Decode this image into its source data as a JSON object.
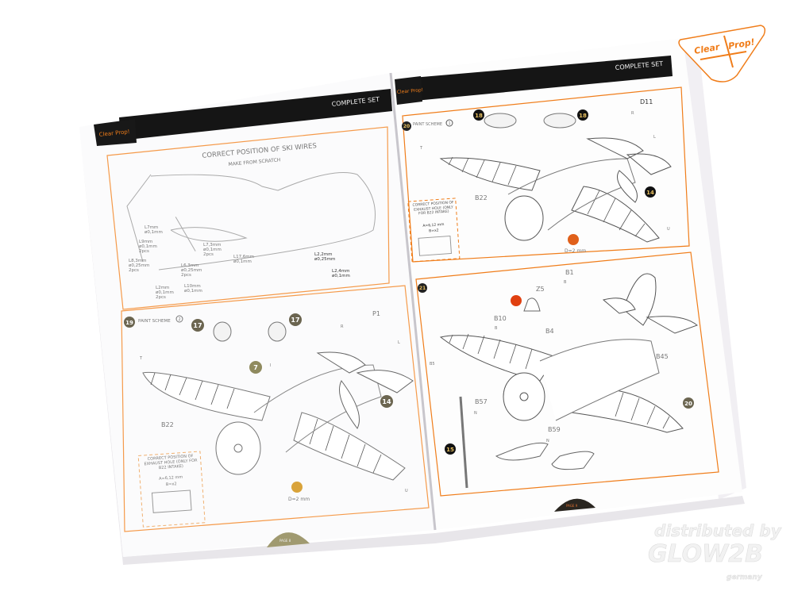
{
  "brand": {
    "logo_text": "Clear Prop!",
    "accent": "#f07d1a"
  },
  "watermark": {
    "line1": "distributed by",
    "line2": "GLOW2B",
    "line3": "germany"
  },
  "left_page": {
    "header": "COMPLETE SET",
    "page_label": "PAGE 8",
    "ski_wires": {
      "title": "CORRECT POSITION OF SKI WIRES",
      "subtitle": "MAKE FROM SCRATCH",
      "labels": [
        {
          "l": "L7mm",
          "d": "ø0,1mm",
          "q": ""
        },
        {
          "l": "L9mm",
          "d": "ø0,1mm",
          "q": "2pcs"
        },
        {
          "l": "L8,3mm",
          "d": "ø0,25mm",
          "q": "2pcs"
        },
        {
          "l": "L7,3mm",
          "d": "ø0,1mm",
          "q": "2pcs"
        },
        {
          "l": "L6,3mm",
          "d": "ø0,25mm",
          "q": "2pcs"
        },
        {
          "l": "L17,6mm",
          "d": "ø0,1mm",
          "q": ""
        },
        {
          "l": "L2mm",
          "d": "ø0,1mm",
          "q": "2pcs"
        },
        {
          "l": "L10mm",
          "d": "ø0,1mm",
          "q": ""
        },
        {
          "l": "L2,2mm",
          "d": "ø0,25mm",
          "q": ""
        },
        {
          "l": "L2,4mm",
          "d": "ø0,1mm",
          "q": ""
        }
      ]
    },
    "step": {
      "number": "19",
      "scheme": "PAINT SCHEME",
      "scheme_num": "2",
      "callouts": [
        "17",
        "17",
        "7",
        "14"
      ],
      "parts": [
        "B22",
        "P1"
      ],
      "paint_letters": [
        "T",
        "R",
        "L",
        "U",
        "I"
      ],
      "exhaust": {
        "title": "CORRECT POSITION OF EXHAUST HOLE (ONLY FOR B22 INTAKE)",
        "a": "A=6,12 mm",
        "b": "B=x2"
      },
      "drill": "D=2 mm"
    }
  },
  "right_page": {
    "header": "COMPLETE SET",
    "page_label": "PAGE 9",
    "step20": {
      "number": "20",
      "scheme": "PAINT SCHEME",
      "scheme_num": "1",
      "callouts": [
        "18",
        "18",
        "14"
      ],
      "parts": [
        "B22",
        "D11"
      ],
      "paint_letters": [
        "T",
        "R",
        "L",
        "U"
      ],
      "exhaust": {
        "title": "CORRECT POSITION OF EXHAUST HOLE (ONLY FOR B22 INTAKE)",
        "a": "A=6,12 mm",
        "b": "B=x2"
      },
      "drill": "D=2 mm"
    },
    "step21": {
      "number": "21",
      "callouts": [
        "15",
        "20"
      ],
      "parts": [
        "Z5",
        "B1",
        "B10",
        "B4",
        "B45",
        "B5",
        "B57",
        "B59"
      ],
      "paint_letters": [
        "B",
        "B",
        "N",
        "N"
      ]
    }
  }
}
